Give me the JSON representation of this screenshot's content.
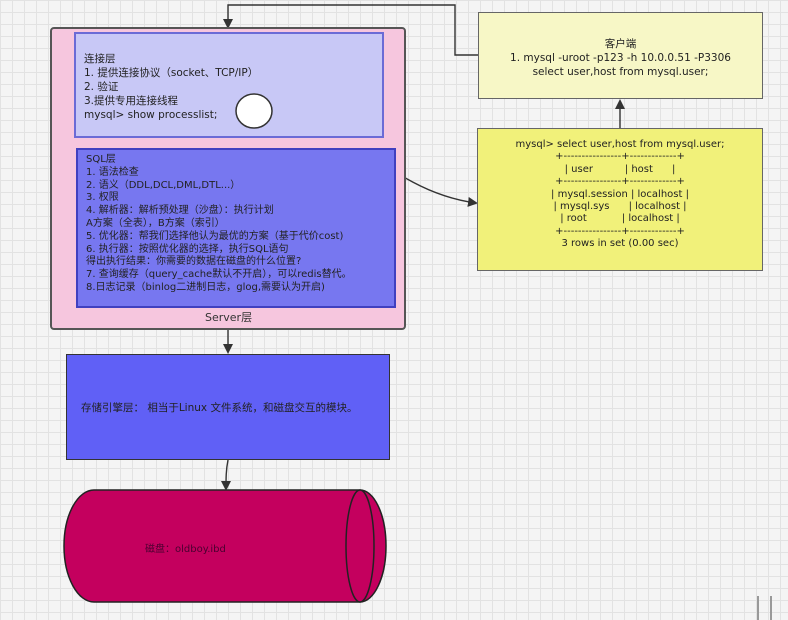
{
  "server": {
    "label": "Server层"
  },
  "connection_layer": {
    "lines": [
      "连接层",
      "1. 提供连接协议（socket、TCP/IP）",
      "2. 验证",
      "3.提供专用连接线程",
      "mysql> show processlist;"
    ]
  },
  "sql_layer": {
    "lines": [
      "SQL层",
      "1. 语法检查",
      "2. 语义（DDL,DCL,DML,DTL...）",
      "3. 权限",
      "4. 解析器：解析预处理（沙盘）：执行计划",
      "A方案（全表），B方案（索引）",
      "5. 优化器：帮我们选择他认为最优的方案（基于代价cost)",
      "6. 执行器：按照优化器的选择，执行SQL语句",
      "得出执行结果：你需要的数据在磁盘的什么位置?",
      "7. 查询缓存（query_cache默认不开启），可以redis替代。",
      "8.日志记录（binlog二进制日志，glog,需要认为开启)"
    ]
  },
  "storage_layer": {
    "text": "存储引擎层：  相当于Linux 文件系统，和磁盘交互的模块。"
  },
  "client": {
    "lines": [
      "客户端",
      "1. mysql -uroot -p123 -h 10.0.0.51 -P3306",
      "select user,host from mysql.user;"
    ]
  },
  "result": {
    "lines": [
      "mysql> select user,host from mysql.user;",
      "+----------------+-------------+",
      "| user          | host      |",
      "+----------------+-------------+",
      "| mysql.session | localhost |",
      "| mysql.sys      | localhost |",
      "| root           | localhost |",
      "+----------------+-------------+",
      "3 rows in set (0.00 sec)"
    ]
  },
  "disk": {
    "label": "磁盘：oldboy.ibd"
  },
  "colors": {
    "server": "#f6c6de",
    "connection": "#c8c8f6",
    "sql": "#7777f0",
    "storage": "#6060f6",
    "client": "#f7f7c6",
    "result": "#f1f17a",
    "disk": "#c4005e"
  }
}
